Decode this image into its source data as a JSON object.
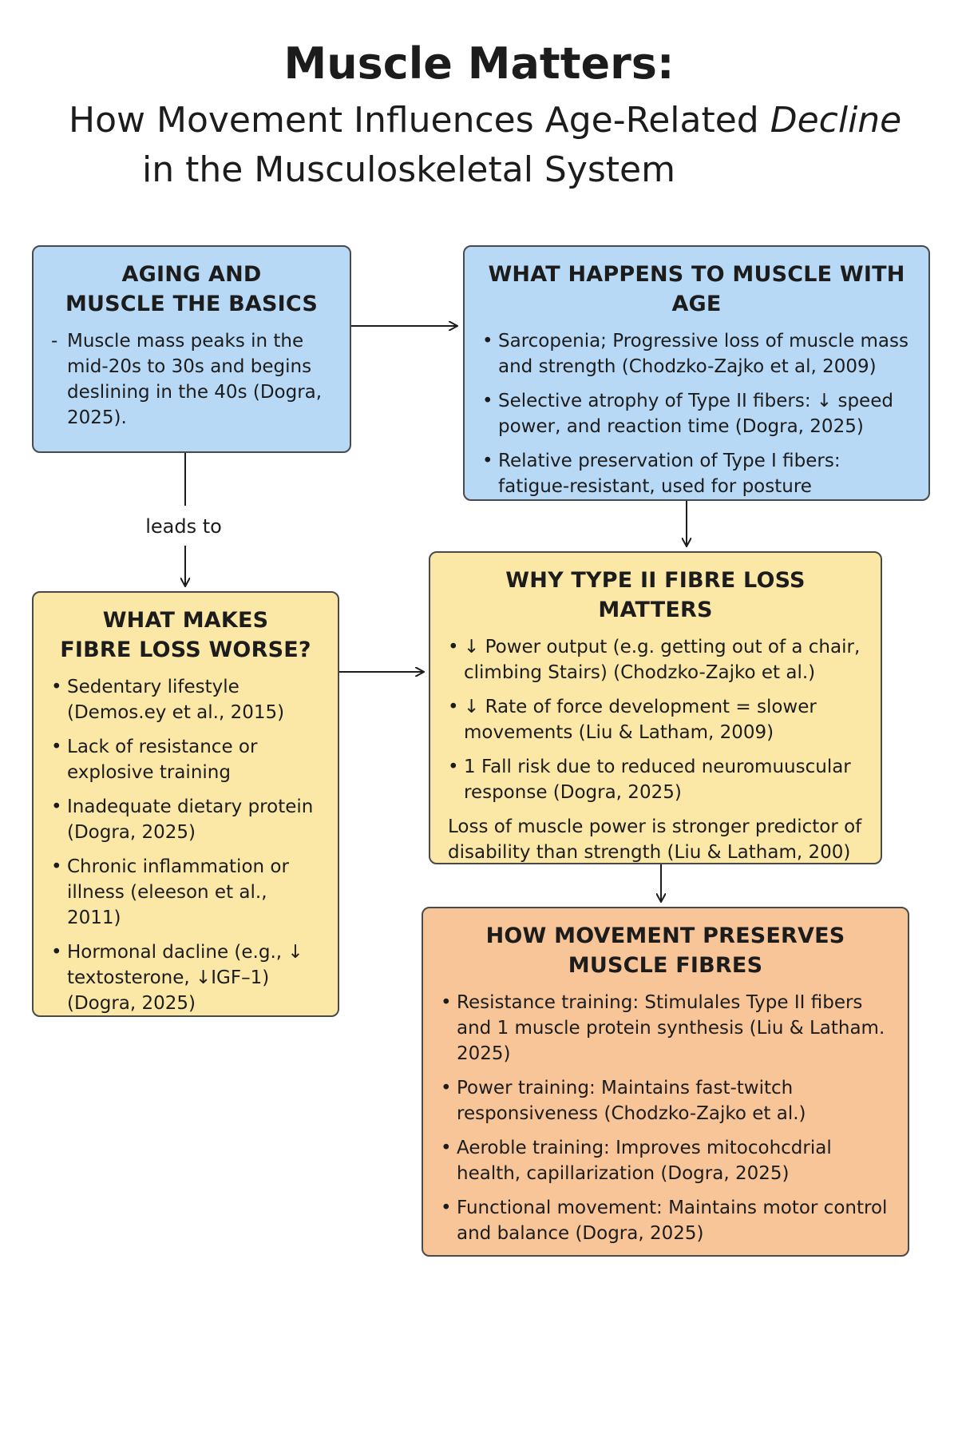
{
  "title": "Muscle Matters:",
  "subtitle": {
    "line1_start": "How Movement Influences Age-Related ",
    "line1_emphasis": "Decline",
    "line2": "in the Musculoskeletal System"
  },
  "boxes": {
    "basics": {
      "title": "AGING AND\nMUSCLE THE BASICS",
      "items": [
        "Muscle mass peaks in the mid-20s to 30s and begins deslining in the 40s (Dogra, 2025)."
      ]
    },
    "what_happens": {
      "title": "WHAT HAPPENS TO MUSCLE WITH AGE",
      "items": [
        "Sarcopenia; Progressive loss of muscle mass and strength (Chodzko-Zajko et al, 2009)",
        "Selective atrophy of Type II fibers: ↓ speed power, and reaction time (Dogra, 2025)",
        "Relative preservation of Type I fibers: fatigue-resistant, used for posture"
      ]
    },
    "worse": {
      "title": "WHAT MAKES\nFIBRE LOSS WORSE?",
      "items": [
        "Sedentary lifestyle (Demos.ey et al., 2015)",
        "Lack of resistance or explosive training",
        "Inadequate dietary protein (Dogra, 2025)",
        "Chronic inflammation or illness (eleeson et al., 2011)",
        "Hormonal dacline (e.g., ↓ textosterone, ↓IGF–1) (Dogra, 2025)"
      ]
    },
    "why": {
      "title": "WHY TYPE II FIBRE LOSS MATTERS",
      "items": [
        "↓ Power output (e.g. getting out of a chair, climbing Stairs) (Chodzko-Zajko et al.)",
        "↓ Rate of force development = slower movements (Liu & Latham, 2009)",
        "1 Fall risk due to reduced neuromuuscular response (Dogra, 2025)"
      ],
      "note": "Loss of muscle power is stronger predictor of disability than strength (Liu & Latham, 200)"
    },
    "preserve": {
      "title": "HOW MOVEMENT PRESERVES\nMUSCLE FIBRES",
      "items": [
        "Resistance training: Stimulales Type II fibers and 1 muscle protein synthesis (Liu & Latham. 2025)",
        "Power training: Maintains fast-twitch responsiveness (Chodzko-Zajko et al.)",
        "Aeroble training: Improves mitocohcdrial health, capillarization (Dogra, 2025)",
        "Functional movement: Maintains motor control and balance (Dogra, 2025)"
      ]
    }
  },
  "connectors": {
    "leads_to": "leads to"
  },
  "colors": {
    "blue": "#b7d9f6",
    "yellow": "#fbe7a6",
    "orange": "#f7c597"
  }
}
